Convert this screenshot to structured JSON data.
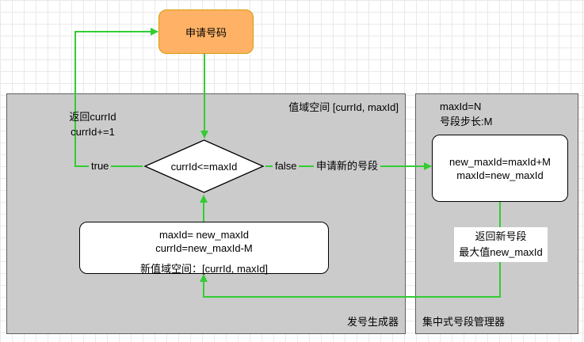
{
  "colors": {
    "arrow_color": "#33cc33",
    "start_fill": "#ffb266",
    "start_stroke": "#d79b00",
    "container_fill": "#cbcbcb",
    "container_stroke": "#5f5f5f",
    "shape_fill": "#ffffff",
    "shape_stroke": "#000000"
  },
  "start": {
    "label": "申请号码"
  },
  "generator": {
    "title": "值域空间 [currId, maxId]",
    "footer": "发号生成器"
  },
  "manager": {
    "header_line1": "maxId=N",
    "header_line2": "号段步长:M",
    "footer": "集中式号段管理器"
  },
  "decision": {
    "label": "currId<=maxId"
  },
  "update": {
    "line1": "maxId= new_maxId",
    "line2": "currId=new_maxId-M",
    "line3": "新值域空间：[currId, maxId]"
  },
  "alloc": {
    "line1": "new_maxId=maxId+M",
    "line2": "maxId=new_maxId"
  },
  "labels": {
    "branch_true": "true",
    "branch_false": "false",
    "request_segment": "申请新的号段",
    "return_currid_line1": "返回currId",
    "return_currid_line2": "currId+=1",
    "return_segment_line1": "返回新号段",
    "return_segment_line2": "最大值new_maxId"
  }
}
